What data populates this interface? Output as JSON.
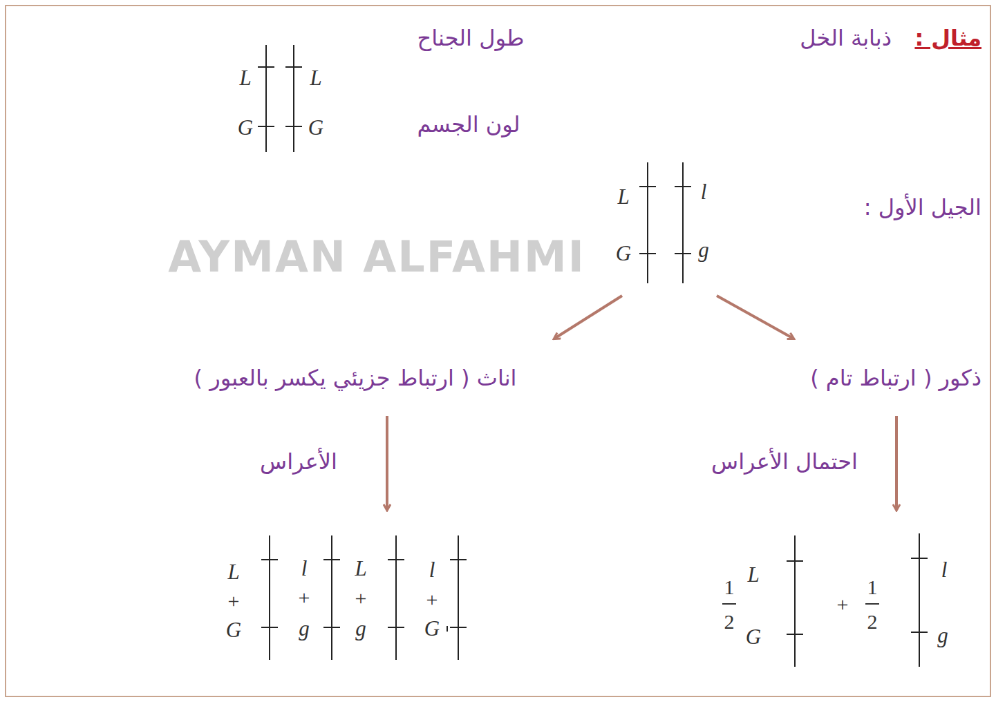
{
  "diagram": {
    "labels": [
      "مثال :",
      "ذبابة الخل",
      "طول الجناح",
      "لون الجسم",
      "L",
      "L",
      "G",
      "G",
      "الجيل الأول :",
      "L",
      "l",
      "G",
      "g",
      "ذكور ( ارتباط تام )",
      "اناث ( ارتباط جزيئي يكسر بالعبور )",
      "احتمال الأعراس",
      "الأعراس",
      "1",
      "2",
      "L",
      "G",
      "+",
      "1",
      "2",
      "l",
      "g",
      "L",
      "+",
      "G",
      "l",
      "+",
      "g",
      "L",
      "+",
      "g",
      "l",
      "+",
      "G",
      "AYMAN ALFAHMI"
    ]
  }
}
